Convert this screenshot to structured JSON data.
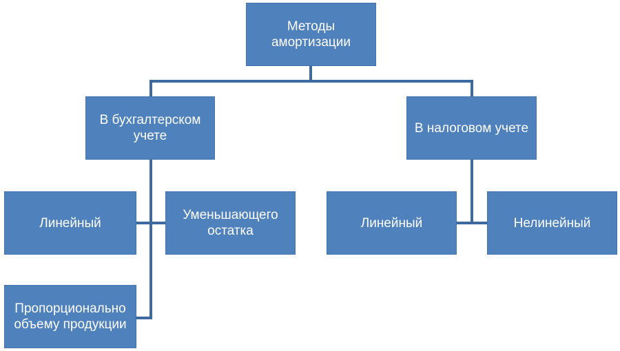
{
  "diagram": {
    "root": {
      "label": "Методы амортизации"
    },
    "accounting": {
      "label": "В бухгалтерском учете",
      "children": [
        {
          "label": "Линейный"
        },
        {
          "label": "Уменьшающего остатка"
        },
        {
          "label": "Пропорционально объему продукции"
        }
      ]
    },
    "tax": {
      "label": "В налоговом учете",
      "children": [
        {
          "label": "Линейный"
        },
        {
          "label": "Нелинейный"
        }
      ]
    }
  },
  "colors": {
    "node_fill": "#4f81bd",
    "node_text": "#ffffff",
    "connector": "#3c6aa0"
  }
}
